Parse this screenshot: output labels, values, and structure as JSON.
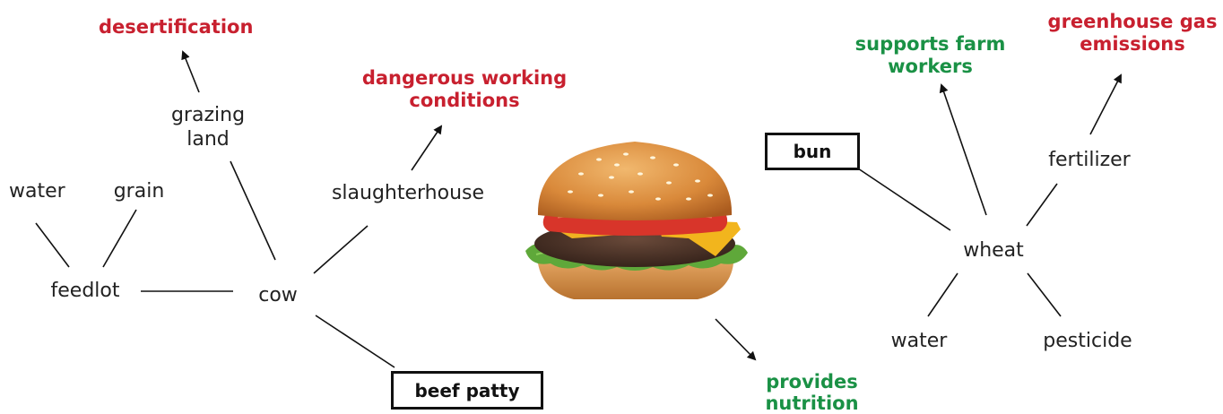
{
  "burger": {
    "nodes": {
      "water_left": "water",
      "grain": "grain",
      "feedlot": "feedlot",
      "cow": "cow",
      "grazing_land": "grazing\nland",
      "slaughterhouse": "slaughterhouse",
      "wheat": "wheat",
      "fertilizer": "fertilizer",
      "water_right": "water",
      "pesticide": "pesticide"
    },
    "impacts": {
      "desertification": "desertification",
      "dangerous_working_conditions": "dangerous working\nconditions",
      "supports_farm_workers": "supports farm\nworkers",
      "greenhouse_gas_emissions": "greenhouse gas\nemissions",
      "provides_nutrition": "provides\nnutrition"
    },
    "components": {
      "beef_patty": "beef patty",
      "bun": "bun"
    },
    "colors": {
      "negative": "#c8202f",
      "positive": "#1a9145"
    },
    "image": "hamburger"
  }
}
